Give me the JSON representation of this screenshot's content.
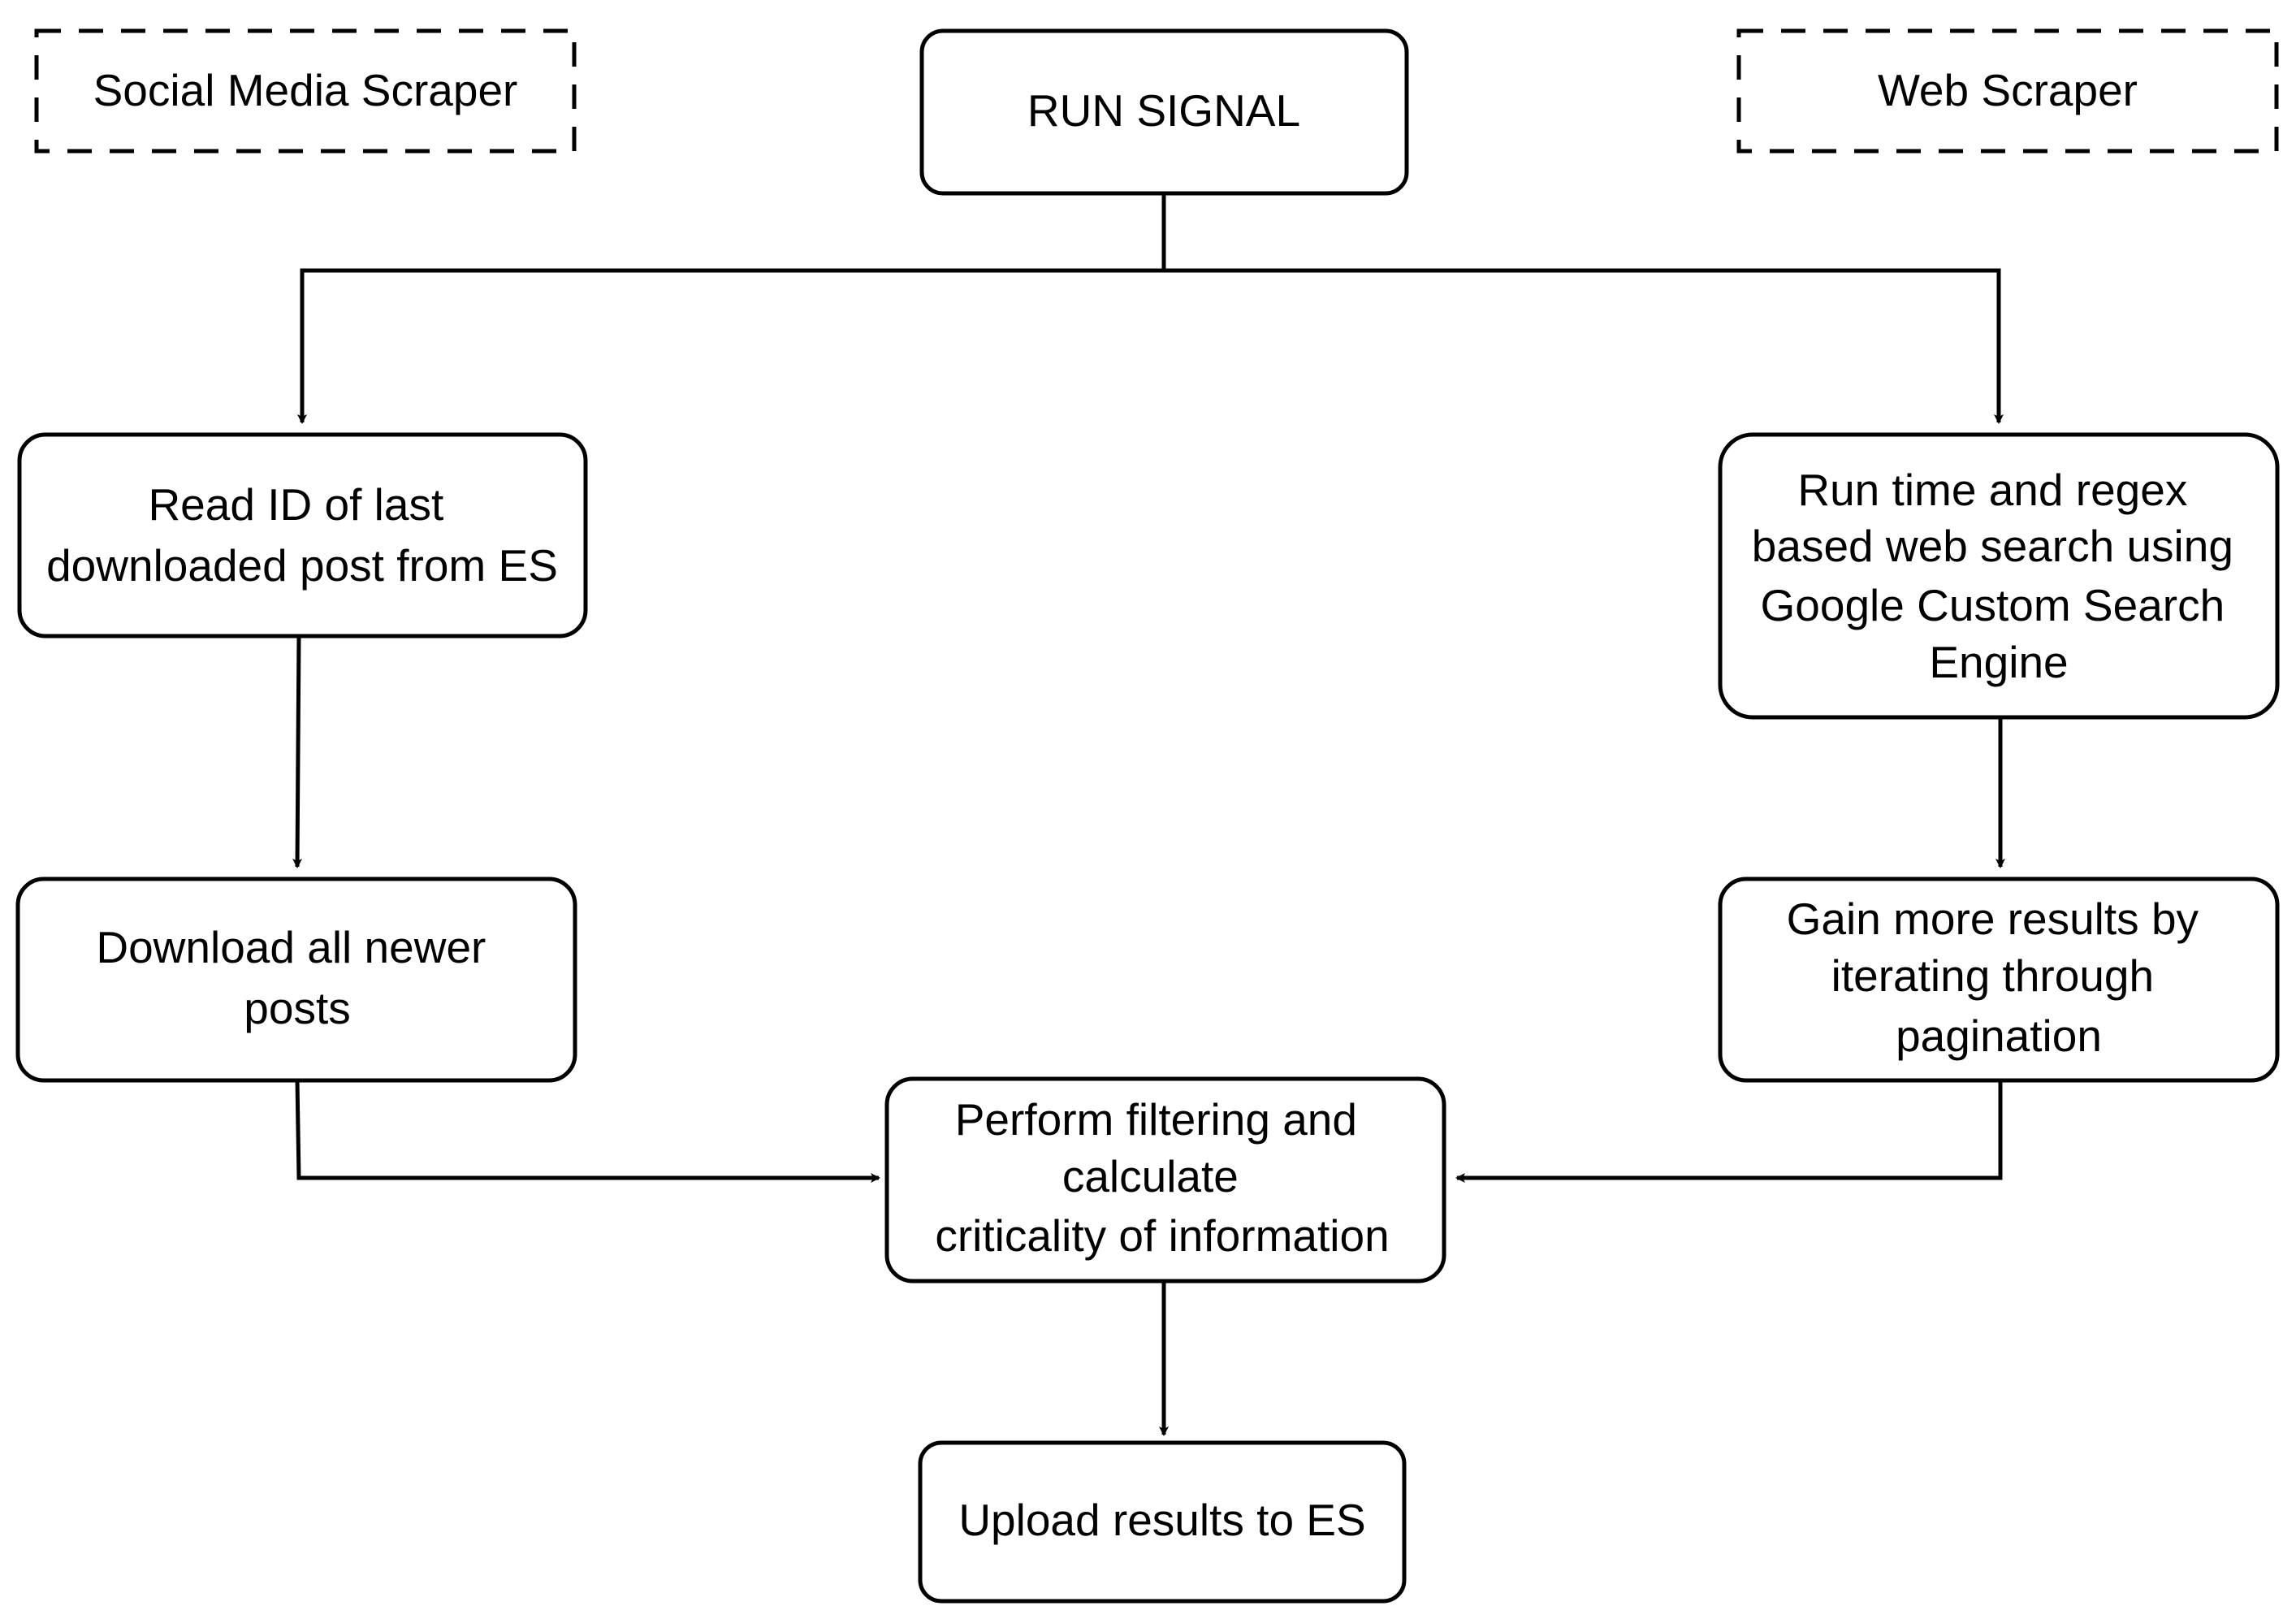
{
  "diagram": {
    "groups": {
      "social_media_scraper": "Social Media Scraper",
      "web_scraper": "Web Scraper"
    },
    "nodes": {
      "run_signal": [
        "RUN SIGNAL"
      ],
      "read_id": [
        "Read ID of last",
        "downloaded post from ES"
      ],
      "download_posts": [
        "Download all newer",
        "posts"
      ],
      "web_search": [
        "Run time and regex",
        "based web search using",
        "Google Custom Search",
        "Engine"
      ],
      "pagination": [
        "Gain more results by",
        "iterating through",
        "pagination"
      ],
      "filtering": [
        "Perform filtering and",
        "calculate",
        "criticality of information"
      ],
      "upload": [
        "Upload results to ES"
      ]
    }
  }
}
